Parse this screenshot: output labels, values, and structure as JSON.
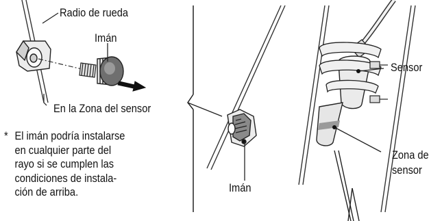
{
  "labels": {
    "spoke": "Radio de rueda",
    "magnet_top": "Imán",
    "zone": "En la Zona del sensor",
    "magnet_bottom": "Imán",
    "sensor": "Sensor",
    "sensor_zone_line1": "Zona de",
    "sensor_zone_line2": "sensor"
  },
  "note": {
    "marker": "*",
    "lines": [
      "El imán podría instalarse",
      "en cualquier parte del",
      "rayo si se cumplen las",
      "condiciones de instala-",
      "ción de arriba."
    ]
  },
  "colors": {
    "line": "#333333",
    "fill": "#e6e6e6",
    "dark": "#7a7a7a",
    "background": "#ffffff"
  }
}
